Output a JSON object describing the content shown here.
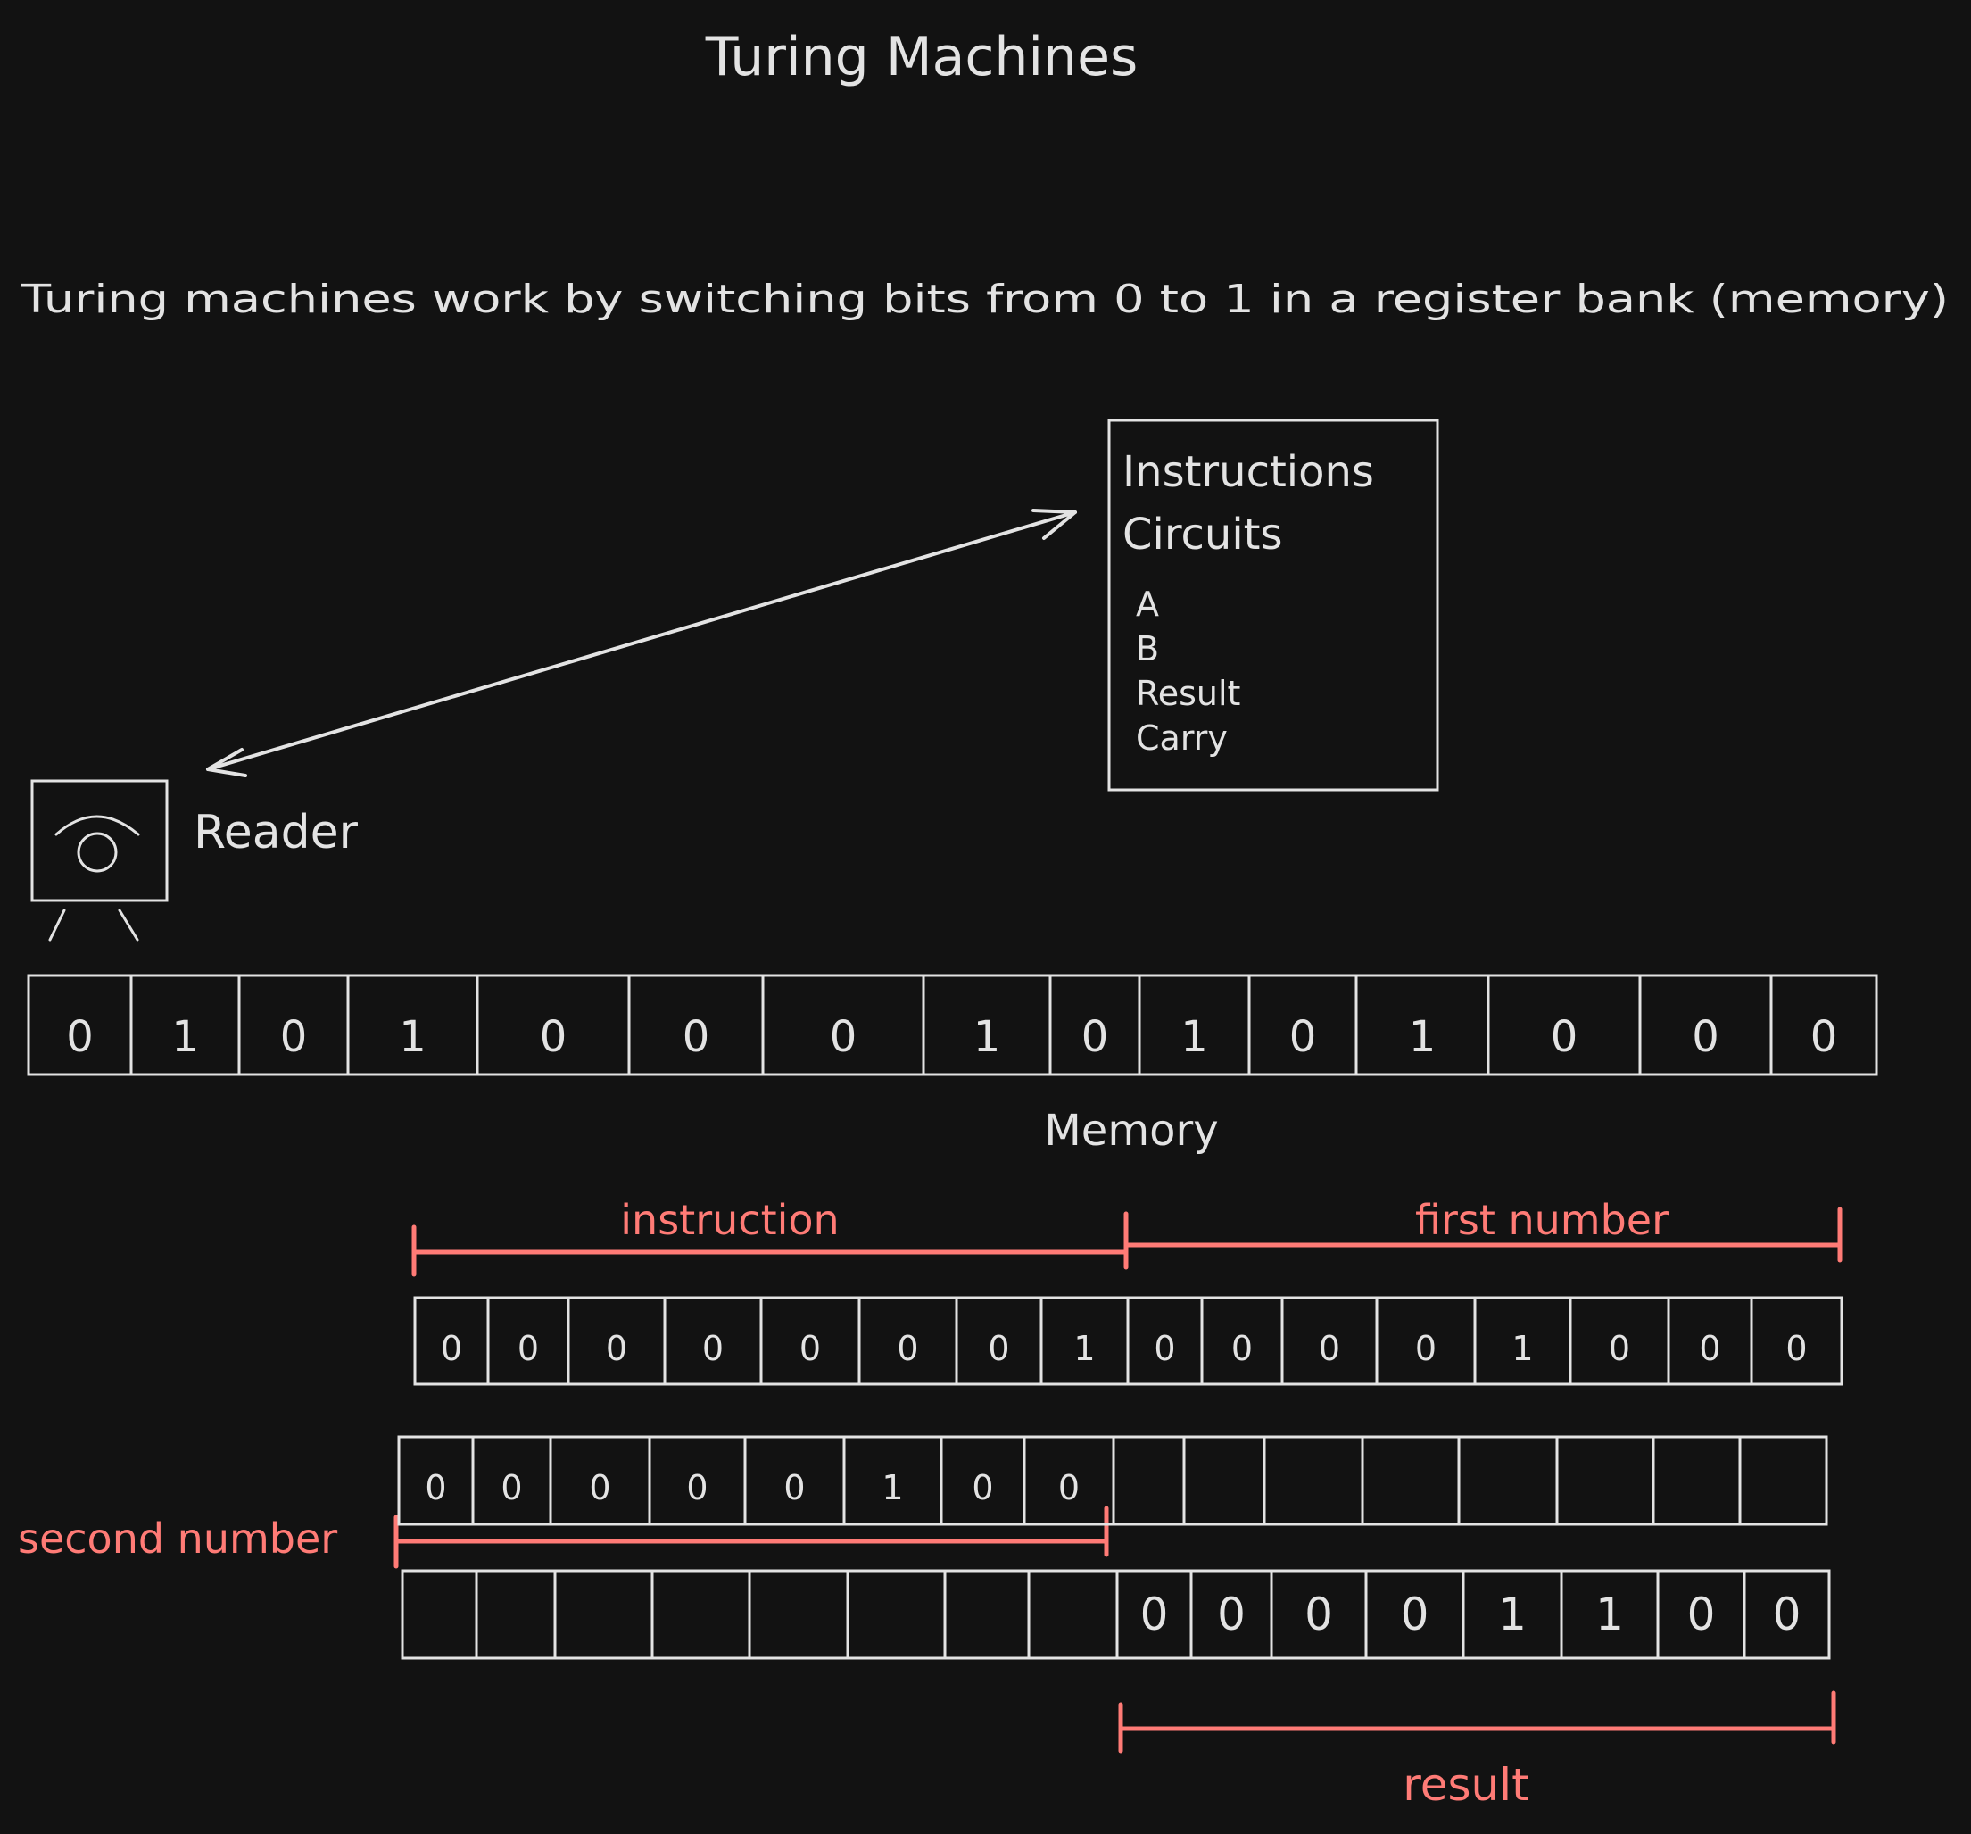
{
  "title": "Turing Machines",
  "subtitle": "Turing machines work by switching bits from 0 to 1 in a register bank (memory)",
  "instructions_box": {
    "heading_1": "Instructions",
    "heading_2": "Circuits",
    "items": [
      "A",
      "B",
      "Result",
      "Carry"
    ]
  },
  "reader": {
    "label": "Reader"
  },
  "memory": {
    "label": "Memory",
    "bits": [
      "0",
      "1",
      "0",
      "1",
      "0",
      "0",
      "0",
      "1",
      "0",
      "1",
      "0",
      "1",
      "0",
      "0",
      "0"
    ]
  },
  "registers": {
    "row1": [
      "0",
      "0",
      "0",
      "0",
      "0",
      "0",
      "0",
      "1",
      "0",
      "0",
      "0",
      "0",
      "1",
      "0",
      "0",
      "0"
    ],
    "row2": [
      "0",
      "0",
      "0",
      "0",
      "0",
      "1",
      "0",
      "0",
      "",
      "",
      "",
      "",
      "",
      "",
      "",
      ""
    ],
    "row3": [
      "",
      "",
      "",
      "",
      "",
      "",
      "",
      "",
      "0",
      "0",
      "0",
      "0",
      "1",
      "1",
      "0",
      "0"
    ]
  },
  "annotations": {
    "instruction": "instruction",
    "first_number": "first number",
    "second_number": "second number",
    "result": "result"
  },
  "colors": {
    "background": "#121212",
    "stroke": "#e3e3e3",
    "accent": "#ff7b76"
  }
}
